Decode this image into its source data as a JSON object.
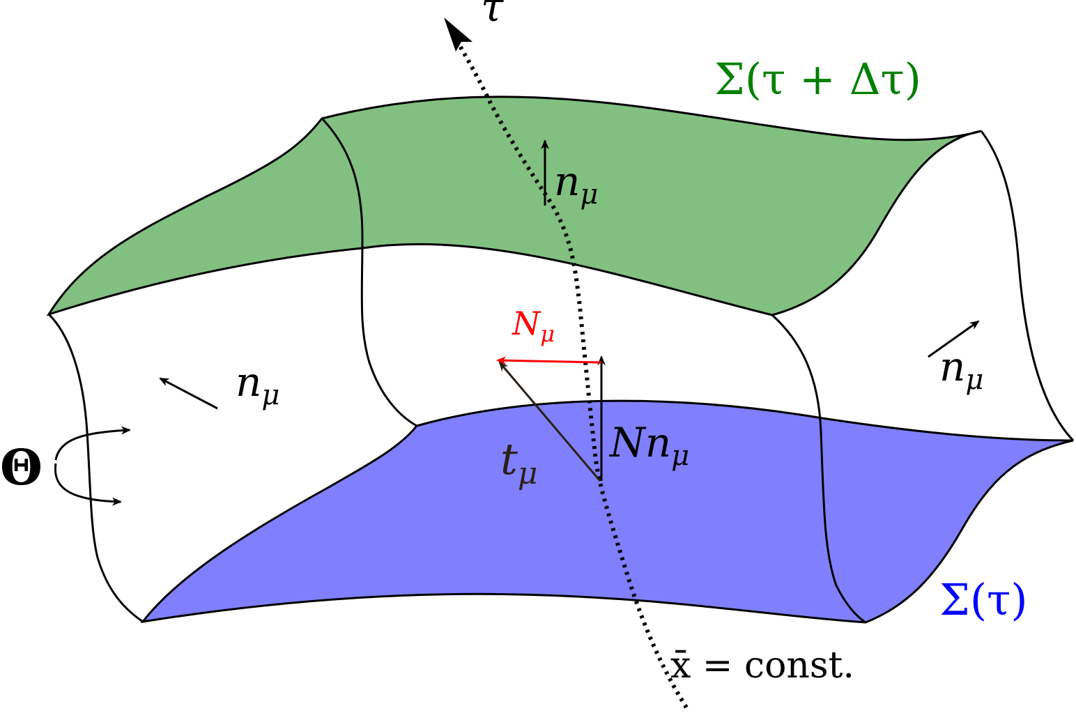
{
  "labels": {
    "time_axis": "τ",
    "surface_top": "Σ(τ + Δτ)",
    "surface_bottom": "Σ(τ)",
    "normal_top": "n",
    "normal_top_sub": "μ",
    "normal_left": "n",
    "normal_left_sub": "μ",
    "normal_right": "n",
    "normal_right_sub": "μ",
    "shift_vector": "N",
    "shift_vector_sub": "μ",
    "lapse_normal": "Nn",
    "lapse_normal_sub": "μ",
    "time_vector": "t",
    "time_vector_sub": "μ",
    "boundary_rotation": "Θ",
    "worldline_condition": "x̄ = const."
  },
  "colors": {
    "top_surface_fill": "#82c082",
    "bottom_surface_fill": "#8080ff",
    "top_label": "#008000",
    "bottom_label": "#0000ff",
    "shift_vector": "#ff0000",
    "ink": "#000000",
    "time_vector": "#2a2018"
  }
}
